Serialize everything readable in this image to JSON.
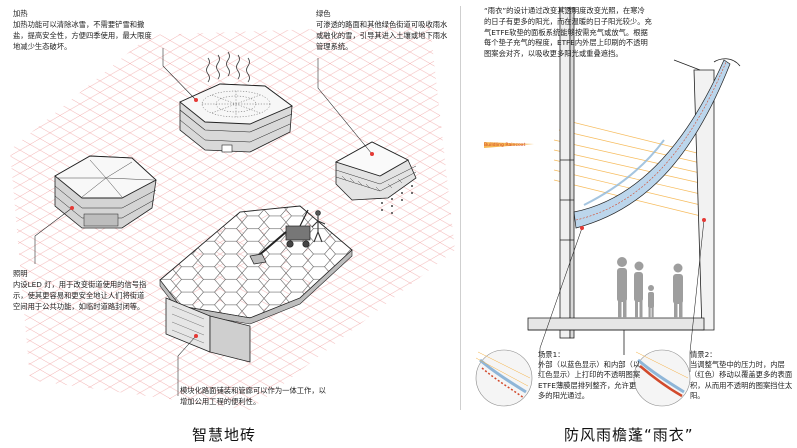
{
  "left": {
    "caption": "智慧地砖",
    "heating": {
      "title": "加热",
      "text": "加热功能可以清除冰雪，不需要铲雪和撒盐，提高安全性，方便四季使用，最大限度地减少生态破坏。"
    },
    "green": {
      "title": "绿色",
      "text": "可渗透的路面和其他绿色街道可吸收雨水或融化的雪，引导其进入土壤或地下雨水管理系统。"
    },
    "lighting": {
      "title": "照明",
      "text": "内设LED 灯，用于改变街道使用的信号指示，使其更容易和更安全地让人们将街道空间用于公共功能，如临时道路封闭等。"
    },
    "modular": {
      "text": "模块化路面铺装和管廊可以作为一体工作，以增加公用工程的便利性。"
    }
  },
  "right": {
    "caption": "防风雨檐蓬“雨衣”",
    "intro": "“雨衣”的设计通过改变其透明度改变光照，在寒冷的日子有更多的阳光，而在温暖的日子阳光较少。充气ETFE软垫的面板系统能够按需充气或放气。根据每个垫子充气的程度，ETFE内外层上印刷的不透明图案会对齐，以吸收更多阳光或重叠遮挡。",
    "raincoat_label": "Buildling Raincoat",
    "scenario1": {
      "title": "场景1：",
      "text": "外部（以蓝色显示）和内部（以红色显示）上打印的不透明图案ETFE薄膜层排列整齐，允许更多的阳光通过。"
    },
    "scenario2": {
      "title": "情景2：",
      "text": "当调整气垫中的压力时，内层（红色）移动以覆盖更多的表面积，从而用不透明的图案挡住太阳。"
    }
  },
  "colors": {
    "grid": "#ef9a9a",
    "callout_dot": "#e53935",
    "ink": "#1a1a1a",
    "sun": "#f5b041",
    "etfe_blue": "#8fb6d8"
  }
}
